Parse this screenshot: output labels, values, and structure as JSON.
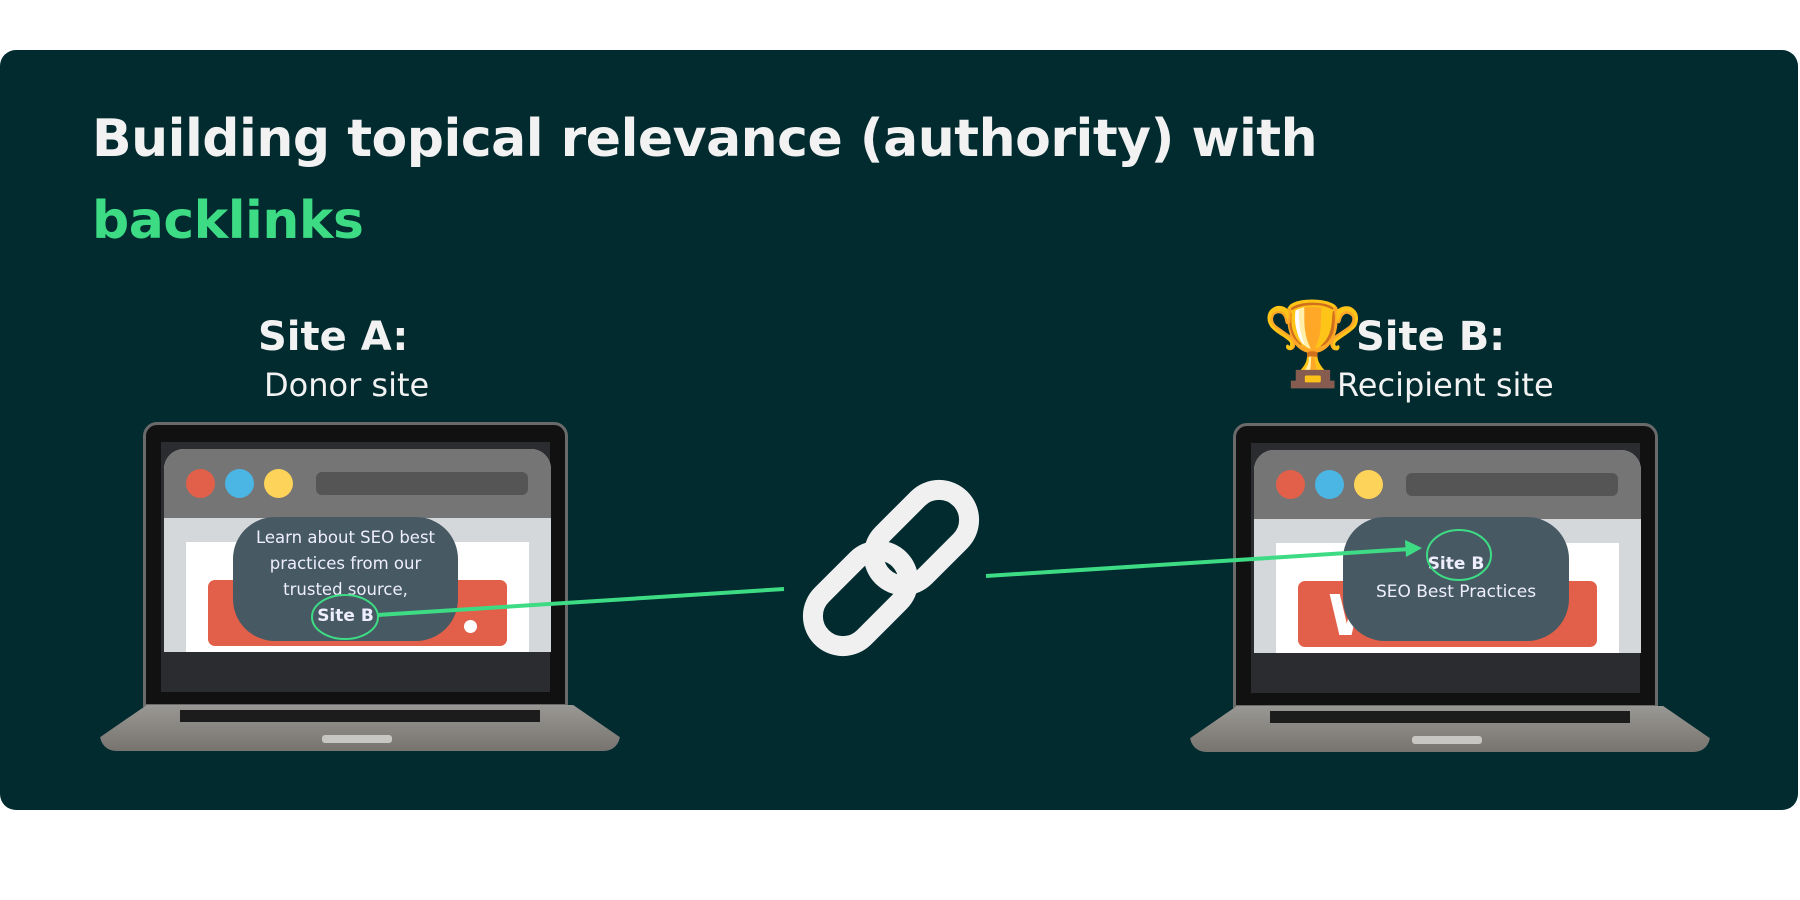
{
  "title": {
    "main": "Building topical relevance (authority) with",
    "accent": "backlinks"
  },
  "site_a": {
    "heading": "Site A:",
    "subtitle": "Donor site",
    "bubble_text": "Learn about SEO best practices from our trusted source,",
    "link_text": "Site B"
  },
  "site_b": {
    "heading": "Site B:",
    "subtitle": "Recipient site",
    "bubble_title": "Site B",
    "bubble_text": "SEO Best Practices",
    "icon": "trophy-icon"
  },
  "colors": {
    "background": "#012b2f",
    "accent": "#3ddc84",
    "bubble": "#475a64",
    "red": "#e2604a",
    "blue": "#4bb5e3",
    "yellow": "#fdd35a"
  }
}
